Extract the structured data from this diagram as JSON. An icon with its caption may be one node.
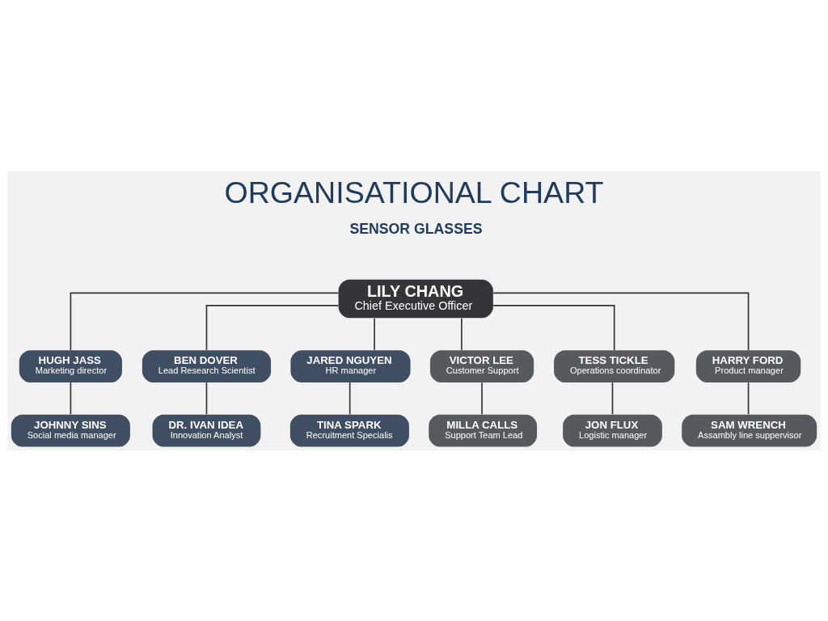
{
  "diagram": {
    "title": "ORGANISATIONAL CHART",
    "nodes": [
      {
        "text": [
          "LILY CHANG",
          "Chief Executive Officer"
        ]
      },
      {
        "text": [
          "HUGH JASS",
          "Marketing director"
        ]
      },
      {
        "text": [
          "BEN DOVER",
          "Lead Research Scientist"
        ]
      },
      {
        "text": [
          "JARED NGUYEN",
          "HR manager"
        ]
      },
      {
        "text": [
          "VICTOR LEE",
          "Customer Support"
        ]
      },
      {
        "text": [
          "TESS TICKLE",
          "Operations coordinator"
        ]
      },
      {
        "text": [
          "HARRY FORD",
          "Product manager"
        ]
      },
      {
        "text": [
          "JOHNNY SINS",
          "Social media manager"
        ]
      },
      {
        "text": [
          "DR. IVAN IDEA",
          "Innovation Analyst"
        ]
      },
      {
        "text": [
          "TINA SPARK",
          "Recruitment Specialis"
        ]
      },
      {
        "text": [
          "MILLA CALLS",
          "Support Team Lead"
        ]
      },
      {
        "text": [
          "JON FLUX",
          "Logistic manager"
        ]
      },
      {
        "text": [
          "SAM WRENCH",
          "Assambly line suppervisor"
        ]
      }
    ],
    "edges": [
      {
        "from": 0,
        "to": 1,
        "arrow": "none"
      },
      {
        "from": 0,
        "to": 2,
        "arrow": "none"
      },
      {
        "from": 0,
        "to": 3,
        "arrow": "none"
      },
      {
        "from": 0,
        "to": 4,
        "arrow": "none"
      },
      {
        "from": 0,
        "to": 5,
        "arrow": "none"
      },
      {
        "from": 0,
        "to": 6,
        "arrow": "none"
      },
      {
        "from": 1,
        "to": 7,
        "arrow": "none"
      },
      {
        "from": 2,
        "to": 8,
        "arrow": "none"
      },
      {
        "from": 3,
        "to": 9,
        "arrow": "none"
      },
      {
        "from": 4,
        "to": 10,
        "arrow": "none"
      },
      {
        "from": 5,
        "to": 11,
        "arrow": "none"
      },
      {
        "from": 6,
        "to": 12,
        "arrow": "none"
      }
    ],
    "labels": [
      "SENSOR GLASSES"
    ]
  }
}
